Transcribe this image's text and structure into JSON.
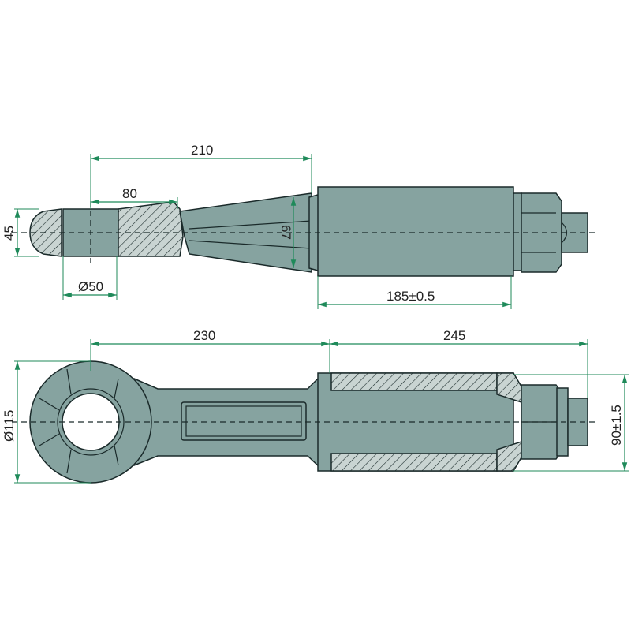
{
  "colors": {
    "part": "#86a3a0",
    "dimension": "#1f8a5a",
    "outline": "#1a2a2a"
  },
  "top_view": {
    "dims": {
      "length_eye_to_taper": "210",
      "eye_length": "80",
      "eye_height": "45",
      "bore_diameter": "Ø50",
      "taper_height": "67",
      "tube_length": "185±0.5"
    }
  },
  "side_view": {
    "dims": {
      "eye_to_tube": "230",
      "tube_to_end": "245",
      "eye_diameter": "Ø115",
      "tube_diameter": "90±1.5"
    }
  }
}
